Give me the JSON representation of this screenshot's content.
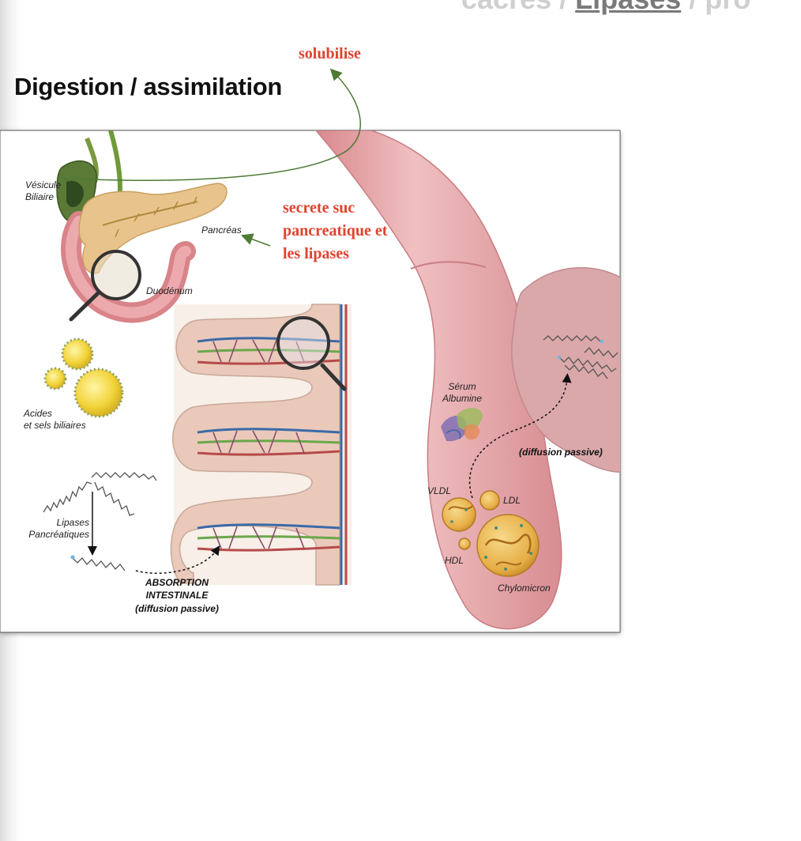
{
  "header": {
    "cut_text_prefix": "cacres / ",
    "cut_text_main": "Lipases",
    "cut_text_suffix": " / pro",
    "title": "Digestion / assimilation"
  },
  "annotations": {
    "solubilise": "solubilise",
    "secrete_line1": "secrete suc",
    "secrete_line2": "pancreatique et",
    "secrete_line3": "les lipases"
  },
  "labels": {
    "vesicule_1": "Vésicule",
    "vesicule_2": "Biliaire",
    "pancreas": "Pancréas",
    "duodenum": "Duodénum",
    "acides_1": "Acides",
    "acides_2": "et sels biliaires",
    "lipases_1": "Lipases",
    "lipases_2": "Pancréatiques",
    "absorption_1": "ABSORPTION",
    "absorption_2": "INTESTINALE",
    "absorption_3": "(diffusion passive)",
    "serum_1": "Sérum",
    "serum_2": "Albumine",
    "diffusion_right": "(diffusion passive)",
    "vldl": "VLDL",
    "ldl": "LDL",
    "hdl": "HDL",
    "chylomicron": "Chylomicron"
  },
  "colors": {
    "annotation": "#e0432e",
    "arrow": "#4d7a35",
    "vessel": "#e9b3b4",
    "tissue": "#d9a4a6",
    "lipoprotein": "#e9b74e",
    "bile": "#f2d33a"
  }
}
